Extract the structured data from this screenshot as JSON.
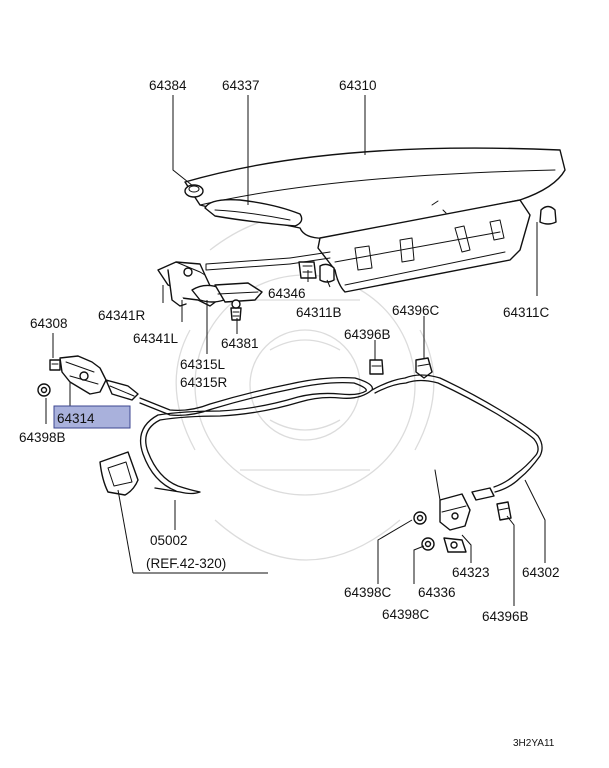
{
  "diagram": {
    "part_labels": {
      "p64384": "64384",
      "p64337": "64337",
      "p64310": "64310",
      "p64346": "64346",
      "p64311b": "64311B",
      "p64311c": "64311C",
      "p64341r": "64341R",
      "p64341l": "64341L",
      "p64381": "64381",
      "p64315l": "64315L",
      "p64315r": "64315R",
      "p64308": "64308",
      "p64314": "64314",
      "p64398b": "64398B",
      "p64396c": "64396C",
      "p64396b_top": "64396B",
      "p05002": "05002",
      "ref": "(REF.42-320)",
      "p64398c_a": "64398C",
      "p64336": "64336",
      "p64323": "64323",
      "p64398c_b": "64398C",
      "p64302": "64302",
      "p64396b_bottom": "64396B"
    },
    "highlighted_part": "64314",
    "highlight_color": "#a9b1dc",
    "diagram_code": "3H2YA11"
  }
}
